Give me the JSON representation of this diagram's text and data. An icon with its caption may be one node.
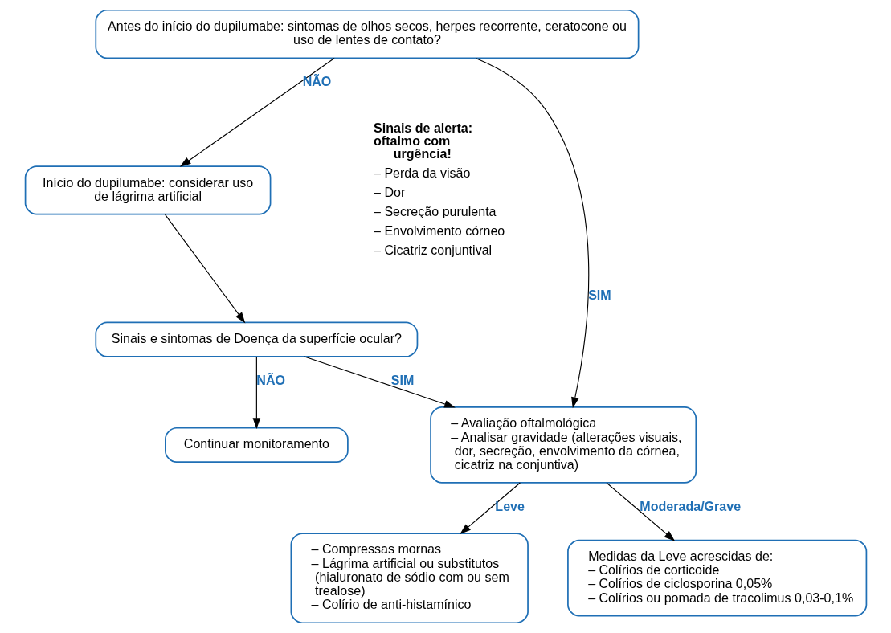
{
  "diagram": {
    "nodes": [
      {
        "text": [
          "Antes do início do dupilumabe: sintomas de olhos secos, herpes recorrente, ceratocone ou uso de lentes de contato?"
        ]
      },
      {
        "text": [
          "Início do dupilumabe: considerar uso de lágrima artificial"
        ]
      },
      {
        "text": [
          "Sinais e sintomas de Doença da superfície ocular?"
        ]
      },
      {
        "text": [
          "– Avaliação oftalmológica",
          "– Analisar gravidade (alterações visuais, dor, secreção, envolvimento da córnea, cicatriz na conjuntiva)"
        ]
      },
      {
        "text": [
          "Continuar monitoramento"
        ]
      },
      {
        "text": [
          "– Compressas mornas",
          "– Lágrima artificial ou substitutos (hialuronato de sódio com ou sem trealose)",
          "– Colírio de anti-histamínico"
        ]
      },
      {
        "text": [
          "Medidas da Leve acrescidas de:",
          "– Colírios de corticoide",
          "– Colírios de ciclosporina 0,05%",
          "– Colírios ou pomada de tracolimus 0,03-0,1%"
        ]
      }
    ],
    "edges": [
      {
        "from": 0,
        "to": 3,
        "arrow": "to",
        "label": "SIM"
      },
      {
        "from": 0,
        "to": 1,
        "arrow": "to",
        "label": "NÃO"
      },
      {
        "from": 1,
        "to": 2,
        "arrow": "to"
      },
      {
        "from": 2,
        "to": 3,
        "arrow": "to",
        "label": "SIM"
      },
      {
        "from": 2,
        "to": 4,
        "arrow": "to",
        "label": "NÃO"
      },
      {
        "from": 3,
        "to": 5,
        "arrow": "to",
        "label": "Leve"
      },
      {
        "from": 3,
        "to": 6,
        "arrow": "to",
        "label": "Moderada/Grave"
      }
    ],
    "labels": [
      "Sinais de alerta: oftalmo com urgência!",
      "– Perda da visão",
      "– Dor",
      "– Secreção purulenta",
      "– Envolvimento córneo",
      "– Cicatriz conjuntival"
    ]
  }
}
